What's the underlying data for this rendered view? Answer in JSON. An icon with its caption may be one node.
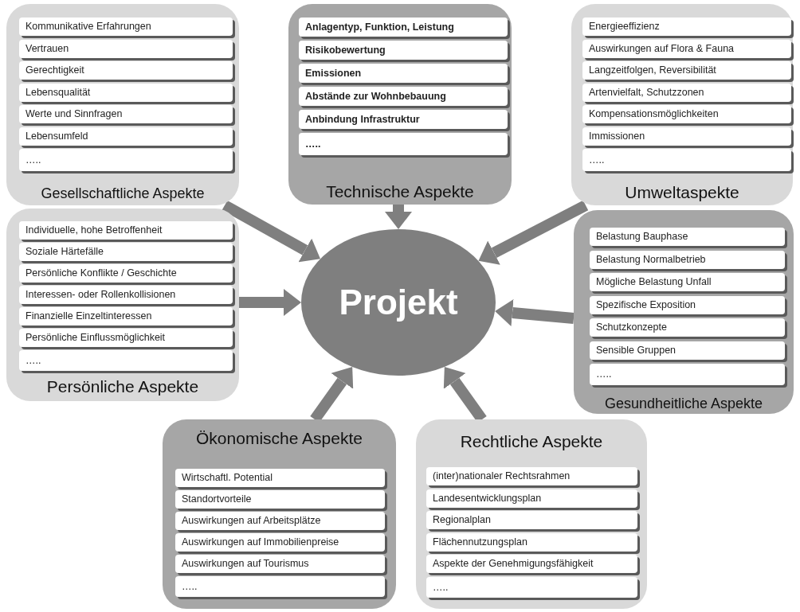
{
  "diagram": {
    "nodes": [
      {
        "text": [
          "Gesellschaftliche Aspekte"
        ]
      },
      {
        "text": [
          "Kommunikative Erfahrungen"
        ],
        "in": 0
      },
      {
        "text": [
          "Vertrauen"
        ],
        "in": 0
      },
      {
        "text": [
          "Gerechtigkeit"
        ],
        "in": 0
      },
      {
        "text": [
          "Lebensqualität"
        ],
        "in": 0
      },
      {
        "text": [
          "Werte und Sinnfragen"
        ],
        "in": 0
      },
      {
        "text": [
          "Lebensumfeld"
        ],
        "in": 0
      },
      {
        "text": [
          "….."
        ],
        "in": 0
      },
      {
        "text": [
          "Technische Aspekte"
        ]
      },
      {
        "text": [
          "Anlagentyp, Funktion, Leistung"
        ],
        "in": 8
      },
      {
        "text": [
          "Risikobewertung"
        ],
        "in": 8
      },
      {
        "text": [
          "Emissionen"
        ],
        "in": 8
      },
      {
        "text": [
          "Abstände zur Wohnbebauung"
        ],
        "in": 8
      },
      {
        "text": [
          "Anbindung Infrastruktur"
        ],
        "in": 8
      },
      {
        "text": [
          "….."
        ],
        "in": 8
      },
      {
        "text": [
          "Umweltaspekte"
        ]
      },
      {
        "text": [
          "Energieeffizienz"
        ],
        "in": 15
      },
      {
        "text": [
          "Auswirkungen auf Flora & Fauna"
        ],
        "in": 15
      },
      {
        "text": [
          "Langzeitfolgen, Reversibilität"
        ],
        "in": 15
      },
      {
        "text": [
          "Artenvielfalt, Schutzzonen"
        ],
        "in": 15
      },
      {
        "text": [
          "Kompensationsmöglichkeiten"
        ],
        "in": 15
      },
      {
        "text": [
          "Immissionen"
        ],
        "in": 15
      },
      {
        "text": [
          "….."
        ],
        "in": 15
      },
      {
        "text": [
          "Persönliche Aspekte"
        ]
      },
      {
        "text": [
          "Individuelle, hohe Betroffenheit"
        ],
        "in": 23
      },
      {
        "text": [
          "Soziale Härtefälle"
        ],
        "in": 23
      },
      {
        "text": [
          "Persönliche Konflikte / Geschichte"
        ],
        "in": 23
      },
      {
        "text": [
          "Interessen- oder Rollenkollisionen"
        ],
        "in": 23
      },
      {
        "text": [
          "Finanzielle Einzeltinteressen"
        ],
        "in": 23
      },
      {
        "text": [
          "Persönliche Einflussmöglichkeit"
        ],
        "in": 23
      },
      {
        "text": [
          "….."
        ],
        "in": 23
      },
      {
        "text": [
          "Projekt"
        ]
      },
      {
        "text": [
          "Gesundheitliche Aspekte"
        ]
      },
      {
        "text": [
          "Belastung Bauphase"
        ],
        "in": 32
      },
      {
        "text": [
          "Belastung Normalbetrieb"
        ],
        "in": 32
      },
      {
        "text": [
          "Mögliche Belastung Unfall"
        ],
        "in": 32
      },
      {
        "text": [
          "Spezifische Exposition"
        ],
        "in": 32
      },
      {
        "text": [
          "Schutzkonzepte"
        ],
        "in": 32
      },
      {
        "text": [
          "Sensible Gruppen"
        ],
        "in": 32
      },
      {
        "text": [
          "….."
        ],
        "in": 32
      },
      {
        "text": [
          "Ökonomische Aspekte"
        ]
      },
      {
        "text": [
          "Wirtschaftl. Potential"
        ],
        "in": 40
      },
      {
        "text": [
          "Standortvorteile"
        ],
        "in": 40
      },
      {
        "text": [
          "Auswirkungen auf  Arbeitsplätze"
        ],
        "in": 40
      },
      {
        "text": [
          "Auswirkungen auf  Immobilienpreise"
        ],
        "in": 40
      },
      {
        "text": [
          "Auswirkungen auf Tourismus"
        ],
        "in": 40
      },
      {
        "text": [
          "….."
        ],
        "in": 40
      },
      {
        "text": [
          "Rechtliche Aspekte"
        ]
      },
      {
        "text": [
          "(inter)nationaler Rechtsrahmen"
        ],
        "in": 47
      },
      {
        "text": [
          "Landesentwicklungsplan"
        ],
        "in": 47
      },
      {
        "text": [
          "Regionalplan"
        ],
        "in": 47
      },
      {
        "text": [
          "Flächennutzungsplan"
        ],
        "in": 47
      },
      {
        "text": [
          "Aspekte der Genehmigungsfähigkeit"
        ],
        "in": 47
      },
      {
        "text": [
          "….."
        ],
        "in": 47
      }
    ],
    "edges": [
      {
        "from": 0,
        "to": 31,
        "arrow": "to"
      },
      {
        "from": 8,
        "to": 31,
        "arrow": "to"
      },
      {
        "from": 15,
        "to": 31,
        "arrow": "to"
      },
      {
        "from": 23,
        "to": 31,
        "arrow": "to"
      },
      {
        "from": 32,
        "to": 31,
        "arrow": "to"
      },
      {
        "from": 40,
        "to": 31,
        "arrow": "to"
      },
      {
        "from": 47,
        "to": 31,
        "arrow": "to"
      }
    ]
  }
}
